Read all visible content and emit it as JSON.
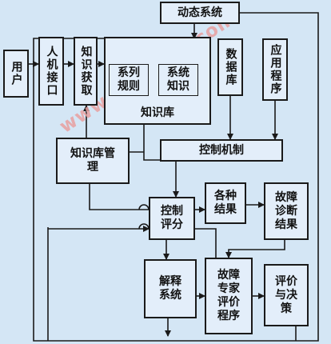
{
  "watermark": "www.elecfans.com",
  "nodes": {
    "dynamic_system": "动态系统",
    "user": "用户",
    "hci": "人机接口",
    "knowledge_acquisition": "知识获取",
    "series_rules": "系列规则",
    "system_knowledge": "系统知识",
    "knowledge_base": "知识库",
    "database": "数据库",
    "application": "应用程序",
    "kb_management": "知识库管理",
    "control": "控制机制",
    "control_eval": "控制评分",
    "results": "各种结果",
    "diagnosis": "故障诊断结果",
    "explain": "解释系统",
    "expert_eval": "故障专家评价程序",
    "decision": "评价与决策"
  },
  "colors": {
    "background": "#d4e6f5",
    "line": "#1a1a1a",
    "watermark": "#e8a0a0"
  }
}
